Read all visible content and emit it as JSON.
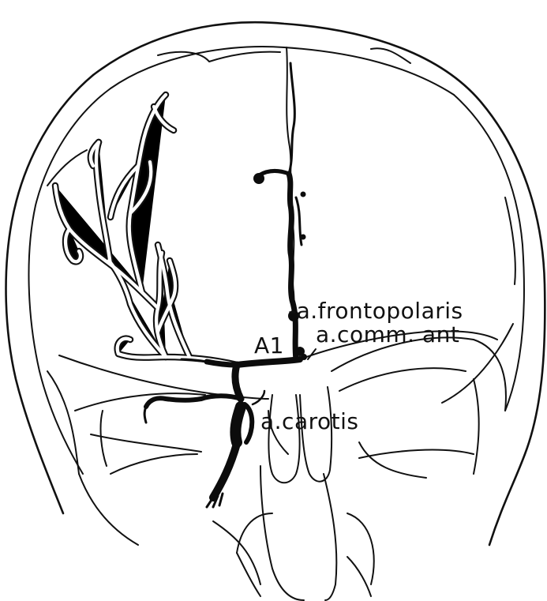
{
  "labels": {
    "frontopolaris": "-a.frontopolaris",
    "comm_ant": "a.comm. ant",
    "a1": "A1",
    "carotis": "a.carotis"
  },
  "colors": {
    "ink": "#111111",
    "background": "#ffffff"
  }
}
